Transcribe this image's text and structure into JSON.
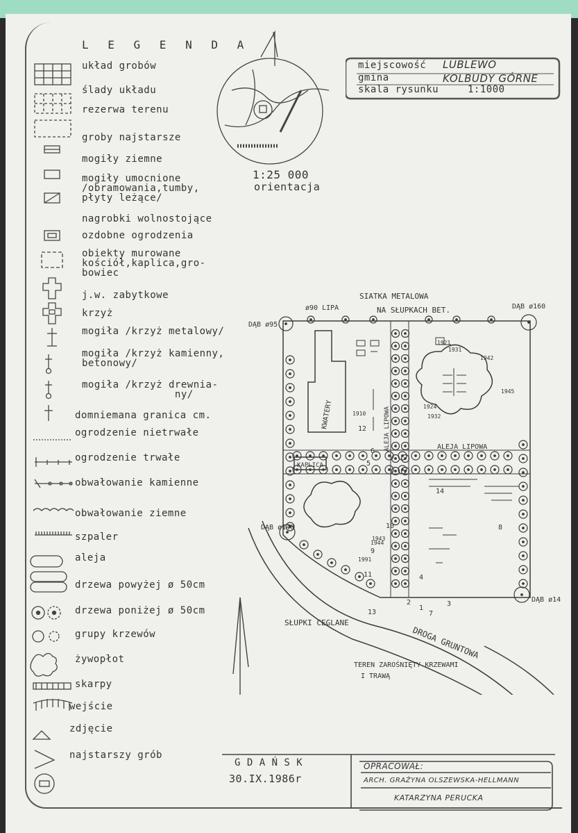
{
  "legend": {
    "title": "L E G E N D A",
    "items": [
      {
        "label": "układ grobów",
        "symbol": "grid-icon"
      },
      {
        "label": "ślady układu",
        "symbol": "dashed-grid-icon"
      },
      {
        "label": "rezerwa terenu",
        "symbol": "dashed-rect-icon"
      },
      {
        "label": "groby najstarsze",
        "symbol": "hatched-rect-icon"
      },
      {
        "label": "mogiły ziemne",
        "symbol": "rect-icon"
      },
      {
        "label": "mogiły umocnione\n/obramowania,tumby,\npłyty leżące/",
        "symbol": "slashed-rect-icon"
      },
      {
        "label": "nagrobki wolnostojące",
        "symbol": "boxed-rect-icon"
      },
      {
        "label": "ozdobne ogrodzenia",
        "symbol": "dashed-box-icon"
      },
      {
        "label": "obiekty murowane\nkościół,kaplica,gro-\nbowiec",
        "symbol": "church-icon"
      },
      {
        "label": "j.w. zabytkowe",
        "symbol": "historic-church-icon"
      },
      {
        "label": "krzyż",
        "symbol": "cross-icon"
      },
      {
        "label": "mogiła /krzyż metalowy/",
        "symbol": "metal-cross-icon"
      },
      {
        "label": "mogiła /krzyż kamienny,\nbetonowy/",
        "symbol": "stone-cross-icon"
      },
      {
        "label": "mogiła /krzyż drewnia-\n               ny/",
        "symbol": "wood-cross-icon"
      },
      {
        "label": "domniemana granica cm.",
        "symbol": "dotted-line-icon"
      },
      {
        "label": "ogrodzenie nietrwałe",
        "symbol": "temp-fence-icon"
      },
      {
        "label": "ogrodzenie trwałe",
        "symbol": "fence-icon"
      },
      {
        "label": "obwałowanie kamienne",
        "symbol": "stone-bank-icon"
      },
      {
        "label": "obwałowanie ziemne",
        "symbol": "earth-bank-icon"
      },
      {
        "label": "szpaler",
        "symbol": "hedgerow-icon"
      },
      {
        "label": "aleja",
        "symbol": "avenue-icon"
      },
      {
        "label": "drzewa powyżej ø 50cm",
        "symbol": "large-tree-icon"
      },
      {
        "label": "drzewa poniżej ø 50cm",
        "symbol": "small-tree-icon"
      },
      {
        "label": "grupy krzewów",
        "symbol": "shrubs-icon"
      },
      {
        "label": "żywopłot",
        "symbol": "hedge-icon"
      },
      {
        "label": "skarpy",
        "symbol": "slope-icon"
      },
      {
        "label": "wejście",
        "symbol": "entrance-icon"
      },
      {
        "label": "zdjęcie",
        "symbol": "photo-icon"
      },
      {
        "label": "najstarszy grób",
        "symbol": "oldest-grave-icon"
      }
    ]
  },
  "orientation": {
    "scale": "1:25 000",
    "label": "orientacja"
  },
  "info_stamp": {
    "place_label": "miejscowość",
    "place_value": "LUBLEWO",
    "gmina_label": "gmina",
    "gmina_value": "KOLBUDY GÓRNE",
    "scale_label": "skala rysunku",
    "scale_value": "1:1000"
  },
  "plan": {
    "fence_note_1": "SIATKA METALOWA",
    "fence_note_2": "NA SŁUPKACH BET.",
    "tree_nw": "ø90 LIPA",
    "tree_ne": "DĄB ø160",
    "tree_w1": "DĄB ø95",
    "tree_w2": "DĄB ø140",
    "tree_se": "DĄB ø145",
    "chapel": "KAPLICA",
    "quarters": "KWATERY",
    "avenue_1": "ALEJA LIPOWA",
    "avenue_2": "ALEJA LIPOWA",
    "posts": "SŁUPKI CEGLANE",
    "road": "DROGA GRUNTOWA",
    "overgrown_1": "TEREN ZAROŚNIĘTY KRZEWAMI",
    "overgrown_2": "I TRAWĄ",
    "years": [
      "1910",
      "1924",
      "1932",
      "1942",
      "1945",
      "1921",
      "1931",
      "1944",
      "1943",
      "1991"
    ],
    "photos": [
      "12",
      "6",
      "5",
      "14",
      "8",
      "10",
      "11",
      "9",
      "4",
      "13",
      "2",
      "1",
      "3",
      "7"
    ]
  },
  "footer": {
    "city": "G D A Ń S K",
    "date": "30.IX.1986r",
    "prepared_label": "OPRACOWAŁ:",
    "author_1": "ARCH. GRAŻYNA OLSZEWSKA-HELLMANN",
    "author_2": "KATARZYNA PERUCKA"
  }
}
